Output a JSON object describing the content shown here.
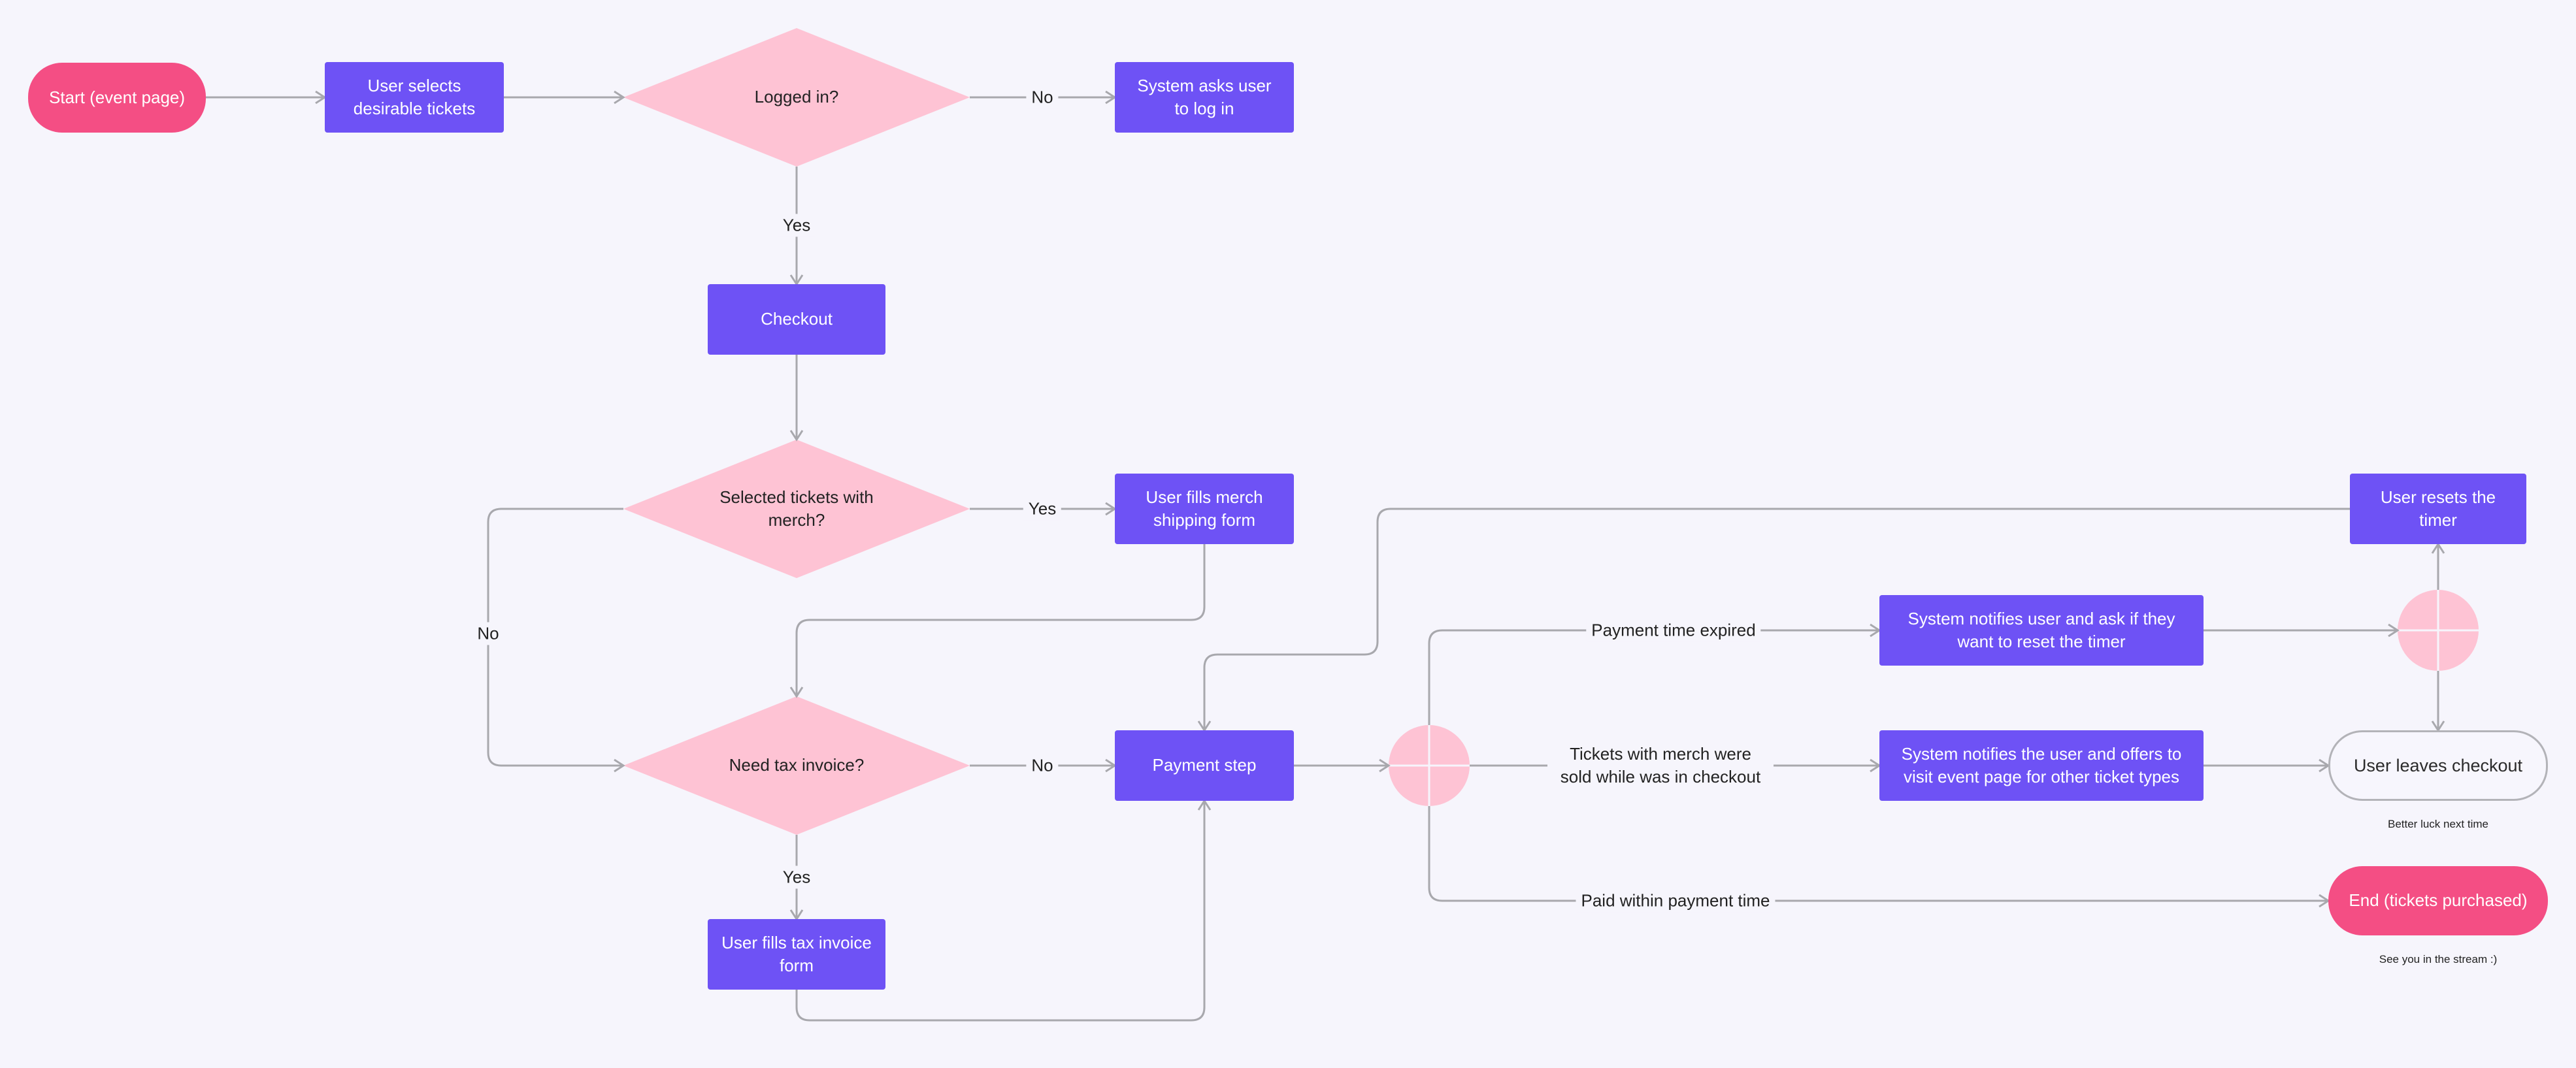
{
  "nodes": {
    "start": "Start (event page)",
    "select_tickets": "User selects desirable tickets",
    "logged_in": "Logged in?",
    "ask_login": "System asks user to log in",
    "checkout": "Checkout",
    "merch_question": "Selected tickets with merch?",
    "merch_form": "User fills merch shipping form",
    "tax_question": "Need tax invoice?",
    "tax_form": "User fills tax invoice form",
    "payment_step": "Payment step",
    "notify_timer": "System notifies user and ask if they want to reset the timer",
    "notify_merch": "System notifies the user and offers to visit event page for other ticket types",
    "reset_timer": "User resets the timer",
    "leaves_checkout": "User leaves checkout",
    "end": "End (tickets purchased)"
  },
  "edge_labels": {
    "login_no": "No",
    "login_yes": "Yes",
    "merch_yes": "Yes",
    "merch_no": "No",
    "tax_no": "No",
    "tax_yes": "Yes",
    "payment_expired": "Payment time expired",
    "merch_sold": "Tickets with merch were sold while was in checkout",
    "paid": "Paid within payment time"
  },
  "notes": {
    "leaves_checkout": "Better luck next time",
    "end": "See you in the stream :)"
  },
  "colors": {
    "terminal": "#f44e84",
    "process": "#6e52f5",
    "decision": "#fec3d4",
    "connector": "#a8a8ad",
    "background": "#f6f5fc"
  }
}
